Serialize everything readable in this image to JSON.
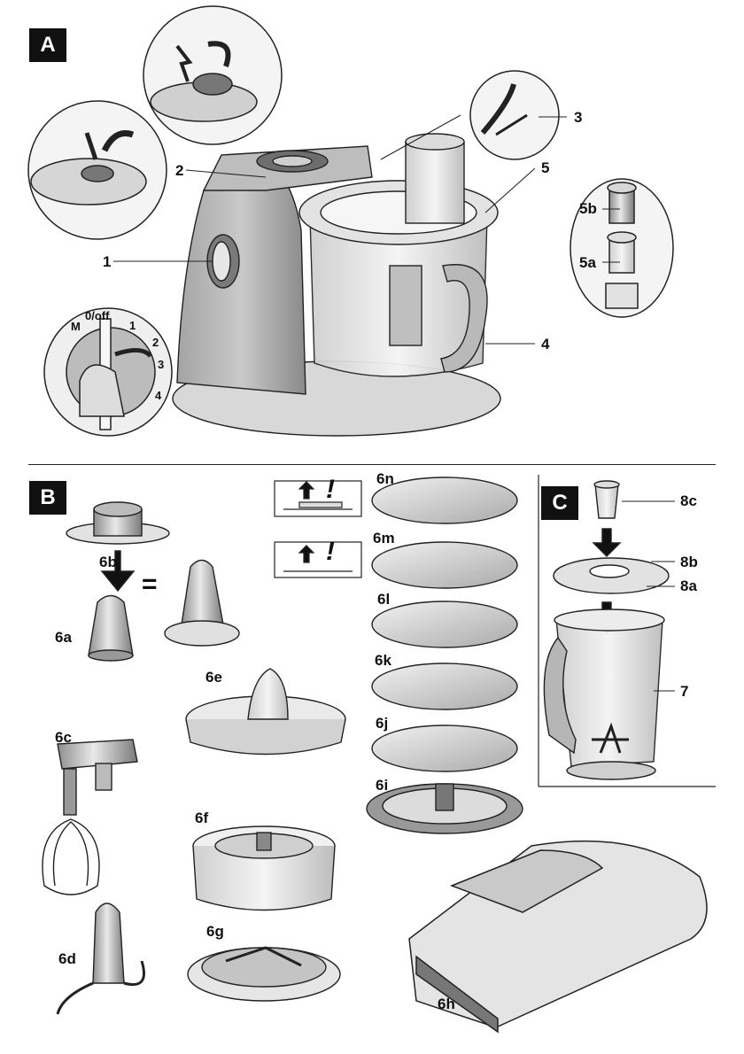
{
  "sections": {
    "a": "A",
    "b": "B",
    "c": "C"
  },
  "labels": {
    "l1": "1",
    "l2": "2",
    "l3": "3",
    "l4": "4",
    "l5": "5",
    "l5a": "5a",
    "l5b": "5b",
    "l6a": "6a",
    "l6b": "6b",
    "l6c": "6c",
    "l6d": "6d",
    "l6e": "6e",
    "l6f": "6f",
    "l6g": "6g",
    "l6h": "6h",
    "l6i": "6i",
    "l6j": "6j",
    "l6k": "6k",
    "l6l": "6l",
    "l6m": "6m",
    "l6n": "6n",
    "l7": "7",
    "l8a": "8a",
    "l8b": "8b",
    "l8c": "8c"
  },
  "dial": {
    "off": "0/off",
    "m": "M",
    "s1": "1",
    "s2": "2",
    "s3": "3",
    "s4": "4"
  },
  "symbols": {
    "equals": "=",
    "warn": "!"
  }
}
